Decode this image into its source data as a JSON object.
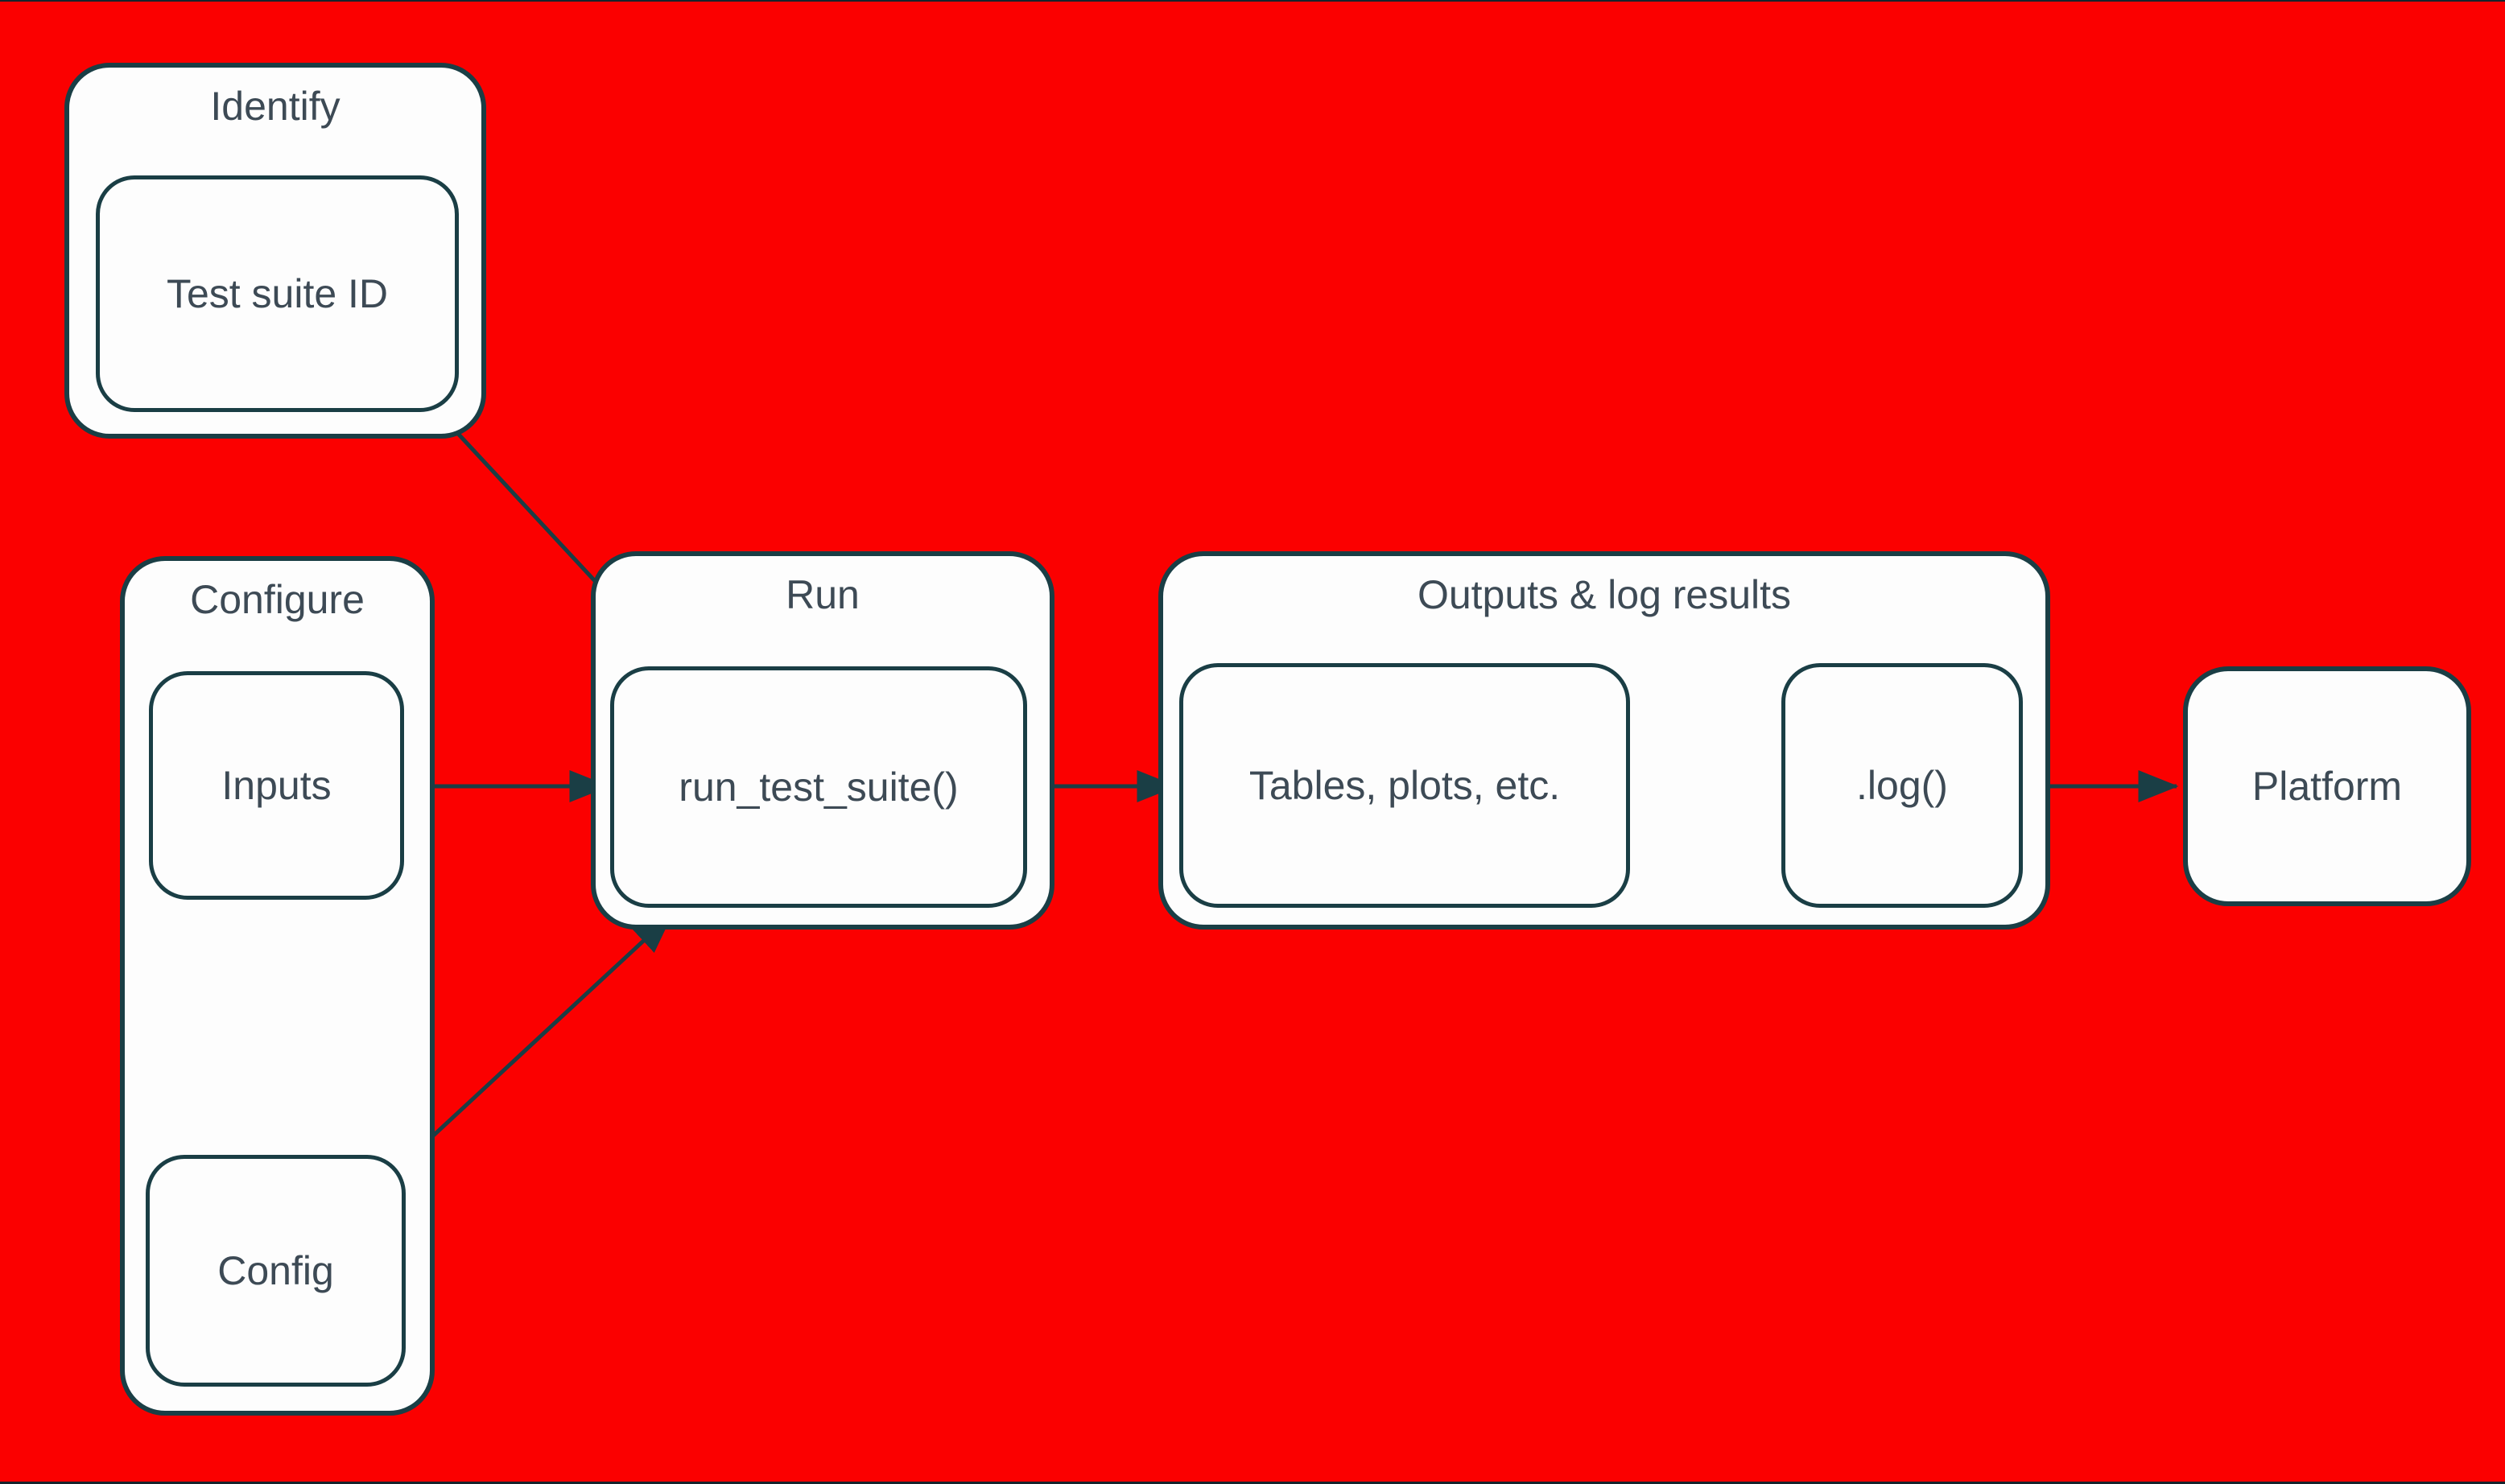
{
  "colors": {
    "background": "#fb0000",
    "node_fill": "#fdfdfd",
    "node_border": "#1a3e45",
    "edge": "#1a3e45",
    "text": "#3d4a55",
    "frame_edge": "#16242c"
  },
  "diagram": {
    "groups": {
      "identify": {
        "title": "Identify",
        "children": {
          "test_suite_id": {
            "label": "Test suite ID"
          }
        }
      },
      "configure": {
        "title": "Configure",
        "children": {
          "inputs": {
            "label": "Inputs"
          },
          "config": {
            "label": "Config"
          }
        }
      },
      "run": {
        "title": "Run",
        "children": {
          "run_test_suite": {
            "label": "run_test_suite()"
          }
        }
      },
      "outputs": {
        "title": "Outputs & log results",
        "children": {
          "tables": {
            "label": "Tables, plots, etc."
          },
          "log": {
            "label": ".log()"
          }
        }
      }
    },
    "nodes": {
      "platform": {
        "label": "Platform"
      }
    },
    "edges": [
      {
        "from": "test_suite_id",
        "to": "run_test_suite"
      },
      {
        "from": "inputs",
        "to": "run_test_suite"
      },
      {
        "from": "config",
        "to": "run_test_suite"
      },
      {
        "from": "run_test_suite",
        "to": "tables"
      },
      {
        "from": "tables",
        "to": "log"
      },
      {
        "from": "log",
        "to": "platform"
      }
    ]
  }
}
